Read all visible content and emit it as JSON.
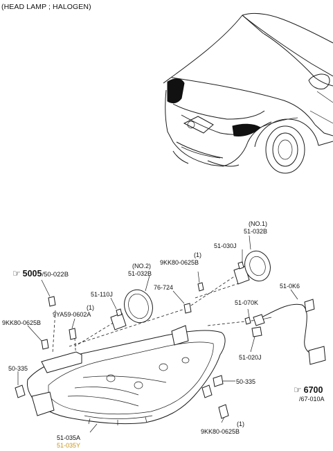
{
  "title": "(HEAD LAMP ; HALOGEN)",
  "refs": {
    "ref_5005": {
      "main": "5005",
      "sub": "/50-022B",
      "icon": "pointing-hand-icon"
    },
    "ref_6700": {
      "main": "6700",
      "sub": "/67-010A",
      "icon": "pointing-hand-icon"
    }
  },
  "labels": {
    "no1": "(NO.1)",
    "p51_032b_a": "51-032B",
    "p51_030j": "51-030J",
    "qty_a": "(1)",
    "p9kk80_a": "9KK80-0625B",
    "no2": "(NO.2)",
    "p51_032b_b": "51-032B",
    "p76_724": "76-724",
    "p51_110j": "51-110J",
    "qty_b": "(1)",
    "p9ya59": "9YA59-0602A",
    "p9kk80_b": "9KK80-0625B",
    "p51_0k6": "51-0K6",
    "p51_070k": "51-070K",
    "p51_020j": "51-020J",
    "p50_335_a": "50-335",
    "p50_335_b": "50-335",
    "qty_c": "(1)",
    "p9kk80_c": "9KK80-0625B",
    "p51_035a": "51-035A",
    "p51_035y": "51-035Y"
  },
  "colors": {
    "line": "#1a1a1a",
    "highlight": "#c8951a",
    "background": "#ffffff"
  }
}
